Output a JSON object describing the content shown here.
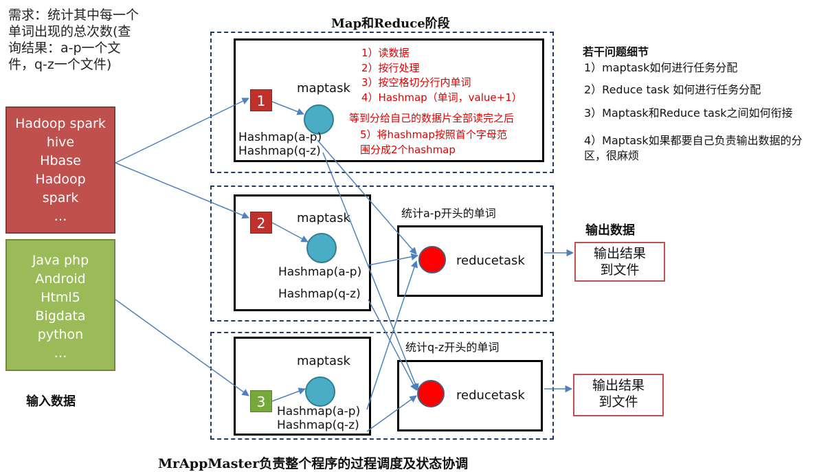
{
  "requirement": "需求：统计其中每一个单词出现的总次数(查询结果：a-p一个文件，q-z一个文件)",
  "input_red": [
    "Hadoop spark",
    "hive",
    "Hbase",
    "Hadoop",
    "spark",
    "…"
  ],
  "input_green": [
    "Java php",
    "Android",
    "Html5",
    "Bigdata",
    "python",
    "…"
  ],
  "input_label": "输入数据",
  "stage_title": "Map和Reduce阶段",
  "map_steps": [
    "1）读数据",
    "2）按行处理",
    "3）按空格切分行内单词",
    "4）Hashmap（单词，value+1）",
    "等到分给自己的数据片全部读完之后",
    "5）将hashmap按照首个字母范",
    "围分成2个hashmap"
  ],
  "maptasks": [
    {
      "num": "1",
      "label": "maptask",
      "hm1": "Hashmap(a-p)",
      "hm2": "Hashmap(q-z)"
    },
    {
      "num": "2",
      "label": "maptask",
      "hm1": "Hashmap(a-p)",
      "hm2": "Hashmap(q-z)"
    },
    {
      "num": "3",
      "label": "maptask",
      "hm1": "Hashmap(a-p)",
      "hm2": "Hashmap(q-z)"
    }
  ],
  "reduce_groups": [
    {
      "caption": "统计a-p开头的单词",
      "label": "reducetask"
    },
    {
      "caption": "统计q-z开头的单词",
      "label": "reducetask"
    }
  ],
  "output_label": "输出数据",
  "outputs": [
    {
      "line1": "输出结果",
      "line2": "到文件"
    },
    {
      "line1": "输出结果",
      "line2": "到文件"
    }
  ],
  "issues_title": "若干问题细节",
  "issues": [
    "1）maptask如何进行任务分配",
    "2）Reduce task 如何进行任务分配",
    "3）Maptask和Reduce task之间如何衔接",
    "4）Maptask如果都要自己负责输出数据的分区，很麻烦"
  ],
  "footer": "MrAppMaster负责整个程序的过程调度及状态协调",
  "colors": {
    "input_red": "#c0504d",
    "input_green": "#9bbb59",
    "arrow": "#4f81bd",
    "map_circle": "#4bacc6",
    "reduce_circle": "#ff0000",
    "steps_text": "#e00000"
  }
}
